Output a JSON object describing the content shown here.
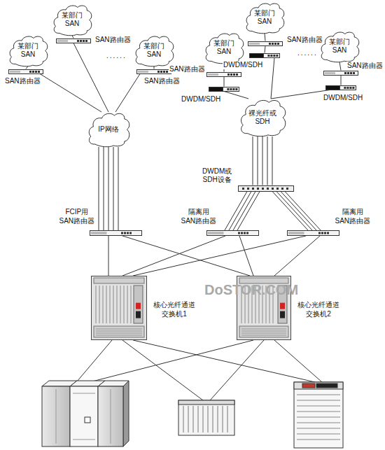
{
  "diagram": {
    "nodes": [
      {
        "text": [
          "某部门 SAN"
        ]
      },
      {
        "text": [
          "SAN路由器"
        ]
      },
      {
        "text": [
          "某部门 SAN"
        ]
      },
      {
        "text": [
          "SAN路由器"
        ]
      },
      {
        "text": [
          "DWDM/SDH"
        ]
      },
      {
        "text": [
          "某部门 SAN"
        ]
      },
      {
        "text": [
          "SAN路由器"
        ]
      },
      {
        "text": [
          "某部门 SAN"
        ]
      },
      {
        "text": [
          "SAN路由器"
        ]
      },
      {
        "text": [
          "某部门 SAN"
        ]
      },
      {
        "text": [
          "SAN路由器"
        ]
      },
      {
        "text": [
          "DWDM/SDH"
        ]
      },
      {
        "text": [
          "某部门 SAN"
        ]
      },
      {
        "text": [
          "SAN路由器"
        ]
      },
      {
        "text": [
          "DWDM/SDH"
        ]
      },
      {
        "text": [
          "IP网络"
        ]
      },
      {
        "text": [
          "裸光纤或 SDH"
        ]
      },
      {
        "text": [
          "DWDM或 SDH设备"
        ]
      },
      {
        "text": [
          "FCIP用 SAN路由器"
        ]
      },
      {
        "text": [
          "隔离用 SAN路由器"
        ]
      },
      {
        "text": [
          "隔离用 SAN路由器"
        ]
      },
      {
        "text": [
          "核心光纤通道 交换机1"
        ]
      },
      {
        "text": [
          "核心光纤通道 交换机2"
        ]
      }
    ],
    "edges": [
      {
        "from": 0,
        "to": 1,
        "arrow": "none"
      },
      {
        "from": 1,
        "to": 15,
        "arrow": "none"
      },
      {
        "from": 5,
        "to": 6,
        "arrow": "none"
      },
      {
        "from": 6,
        "to": 15,
        "arrow": "none"
      },
      {
        "from": 7,
        "to": 8,
        "arrow": "none"
      },
      {
        "from": 8,
        "to": 15,
        "arrow": "none"
      },
      {
        "from": 2,
        "to": 3,
        "arrow": "none"
      },
      {
        "from": 3,
        "to": 4,
        "arrow": "none"
      },
      {
        "from": 4,
        "to": 16,
        "arrow": "none"
      },
      {
        "from": 9,
        "to": 10,
        "arrow": "none"
      },
      {
        "from": 10,
        "to": 11,
        "arrow": "none"
      },
      {
        "from": 11,
        "to": 16,
        "arrow": "none"
      },
      {
        "from": 12,
        "to": 13,
        "arrow": "none"
      },
      {
        "from": 13,
        "to": 14,
        "arrow": "none"
      },
      {
        "from": 14,
        "to": 16,
        "arrow": "none"
      },
      {
        "from": 15,
        "to": 18,
        "arrow": "none"
      },
      {
        "from": 15,
        "to": 18,
        "arrow": "none"
      },
      {
        "from": 15,
        "to": 18,
        "arrow": "none"
      },
      {
        "from": 15,
        "to": 18,
        "arrow": "none"
      },
      {
        "from": 15,
        "to": 18,
        "arrow": "none"
      },
      {
        "from": 16,
        "to": 17,
        "arrow": "none"
      },
      {
        "from": 16,
        "to": 17,
        "arrow": "none"
      },
      {
        "from": 16,
        "to": 17,
        "arrow": "none"
      },
      {
        "from": 16,
        "to": 17,
        "arrow": "none"
      },
      {
        "from": 16,
        "to": 17,
        "arrow": "none"
      },
      {
        "from": 17,
        "to": 19,
        "arrow": "none"
      },
      {
        "from": 17,
        "to": 19,
        "arrow": "none"
      },
      {
        "from": 17,
        "to": 19,
        "arrow": "none"
      },
      {
        "from": 17,
        "to": 19,
        "arrow": "none"
      },
      {
        "from": 17,
        "to": 20,
        "arrow": "none"
      },
      {
        "from": 17,
        "to": 20,
        "arrow": "none"
      },
      {
        "from": 17,
        "to": 20,
        "arrow": "none"
      },
      {
        "from": 17,
        "to": 20,
        "arrow": "none"
      },
      {
        "from": 18,
        "to": 21,
        "arrow": "none"
      },
      {
        "from": 18,
        "to": 22,
        "arrow": "none"
      },
      {
        "from": 19,
        "to": 21,
        "arrow": "none"
      },
      {
        "from": 19,
        "to": 22,
        "arrow": "none"
      },
      {
        "from": 20,
        "to": 21,
        "arrow": "none"
      },
      {
        "from": 20,
        "to": 22,
        "arrow": "none"
      }
    ],
    "labels": [
      "......",
      "......",
      "DoSTOR.COM"
    ]
  }
}
